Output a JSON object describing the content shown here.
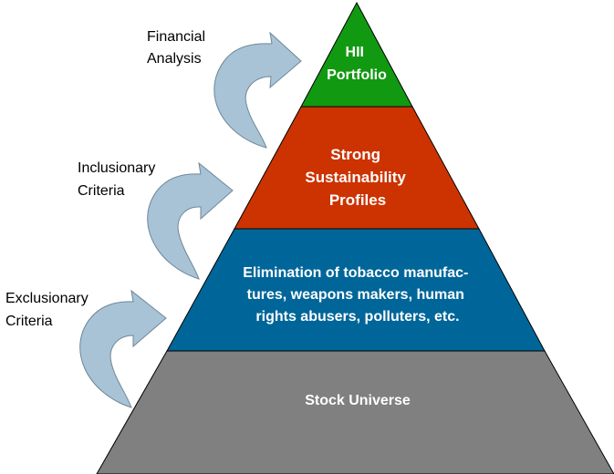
{
  "pyramid": {
    "tiers": [
      {
        "id": "top",
        "lines": [
          "HII",
          "Portfolio"
        ],
        "color": "#119911"
      },
      {
        "id": "second",
        "lines": [
          "Strong",
          "Sustainability",
          "Profiles"
        ],
        "color": "#cc3300"
      },
      {
        "id": "third",
        "lines": [
          "Elimination of tobacco manufac-",
          "tures, weapons makers, human",
          "rights abusers, polluters, etc."
        ],
        "color": "#006699"
      },
      {
        "id": "base",
        "lines": [
          "Stock Universe"
        ],
        "color": "#808080"
      }
    ]
  },
  "criteria": [
    {
      "lines": [
        "Financial",
        "Analysis"
      ]
    },
    {
      "lines": [
        "Inclusionary",
        "Criteria"
      ]
    },
    {
      "lines": [
        "Exclusionary",
        "Criteria"
      ]
    }
  ],
  "colors": {
    "arrow_fill": "#a9c3d6",
    "arrow_stroke": "#6f8797",
    "outline": "#000000"
  }
}
